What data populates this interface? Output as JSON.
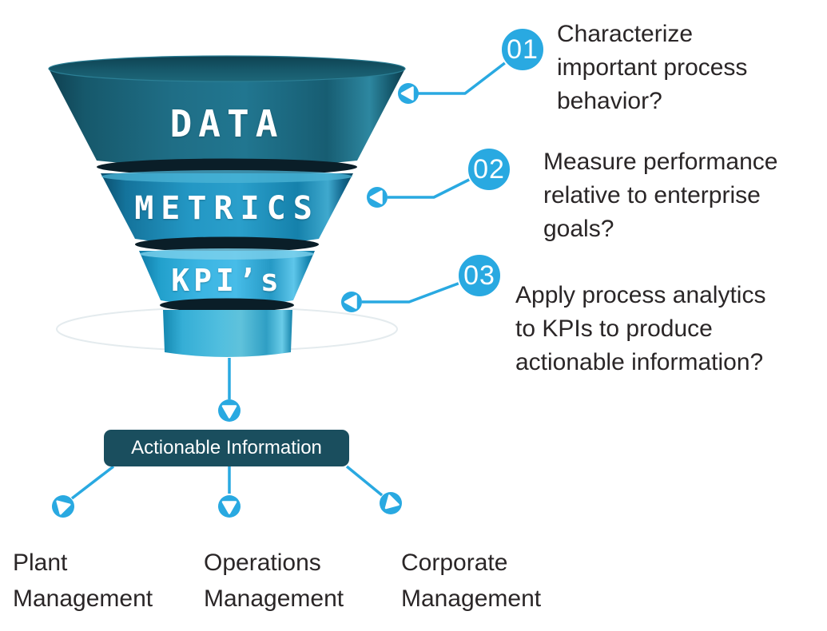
{
  "diagram": {
    "title_implicit": "Data funnel to actionable information",
    "funnel": {
      "tiers": [
        {
          "label": "DATA"
        },
        {
          "label": "METRICS"
        },
        {
          "label": "KPI’s"
        }
      ],
      "output_box": "Actionable Information"
    },
    "steps": [
      {
        "number": "01",
        "lines": [
          "Characterize",
          "important process",
          "behavior?"
        ]
      },
      {
        "number": "02",
        "lines": [
          "Measure performance",
          "relative to enterprise",
          "goals?"
        ]
      },
      {
        "number": "03",
        "lines": [
          "Apply process analytics",
          "to KPIs to produce",
          "actionable information?"
        ]
      }
    ],
    "destinations": [
      {
        "lines": [
          "Plant",
          "Management"
        ]
      },
      {
        "lines": [
          "Operations",
          "Management"
        ]
      },
      {
        "lines": [
          "Corporate",
          "Management"
        ]
      }
    ],
    "colors": {
      "accent": "#29a9e1",
      "tier_data": "#1d6a82",
      "tier_metrics": "#2195c2",
      "tier_kpis": "#38b2e2",
      "separator_band": "#0a1e28",
      "output_box": "#1a4e5e",
      "body_text": "#2a2627",
      "funnel_text": "#ffffff"
    },
    "icons": {
      "marker": "triangle-circle-marker-icon"
    }
  }
}
